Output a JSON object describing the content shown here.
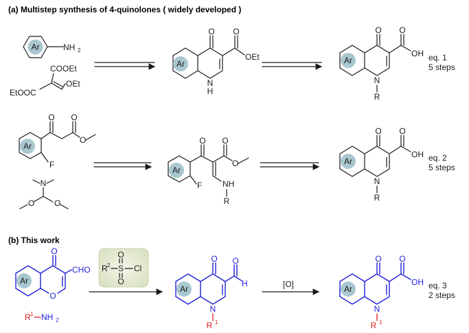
{
  "sections": {
    "a_title": "(a) Multistep synthesis of 4-quinolones ( widely developed )",
    "b_title": "(b) This work"
  },
  "labels": {
    "ar": "Ar",
    "nh2": "NH",
    "nh2_sub": "2",
    "cooet": "COOEt",
    "etooc": "EtOOC",
    "oet": "OEt",
    "o": "O",
    "h": "H",
    "n": "N",
    "r": "R",
    "oh": "OH",
    "f": "F",
    "nh": "NH",
    "cho": "CHO",
    "r1_nh2_r": "R",
    "r1_sup": "1",
    "r2": "R",
    "r2_sup": "2",
    "s": "S",
    "cl": "Cl",
    "oxidant": "[O]"
  },
  "equations": {
    "eq1": "eq. 1",
    "eq1_steps": "5 steps",
    "eq2": "eq. 2",
    "eq2_steps": "5 steps",
    "eq3": "eq. 3",
    "eq3_steps": "2 steps"
  },
  "colors": {
    "black": "#1a1a1a",
    "blue": "#1f1fd6",
    "red": "#e01818",
    "ar_fill": "#a9c7cf",
    "reagent_box": "#e3ead0"
  }
}
